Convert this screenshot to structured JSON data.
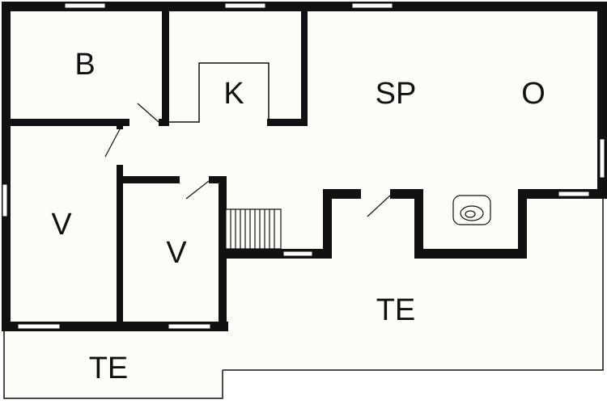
{
  "rooms": {
    "bedroom_top": "B",
    "kitchen": "K",
    "dining": "SP",
    "living": "O",
    "bedroom_left": "V",
    "bedroom_middle": "V",
    "terrace_right": "TE",
    "terrace_bottom": "TE"
  },
  "fixtures": {
    "stove_icon": "stove-icon",
    "staircase_icon": "staircase-icon"
  },
  "colors": {
    "wall": "#111111",
    "floor": "#fcfcf8",
    "background": "#ffffff"
  }
}
